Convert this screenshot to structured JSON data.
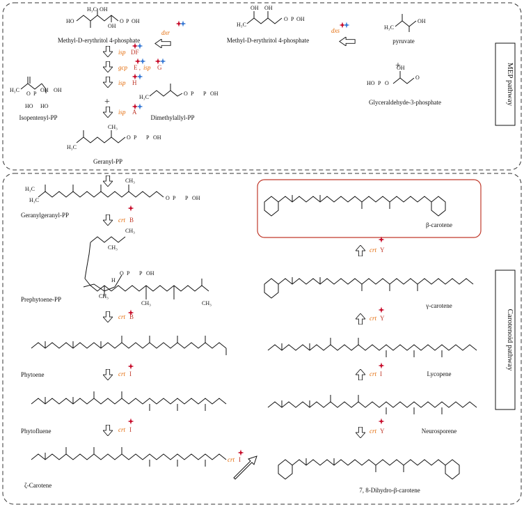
{
  "panels": {
    "mep_label": "MEP pathway",
    "carotenoid_label": "Carotenoid pathway"
  },
  "colors": {
    "star_red": "#c8102e",
    "star_blue": "#3a7bd5",
    "gene_orange": "#e46c0a",
    "highlight_red": "#c0392b"
  },
  "compounds": {
    "mep": "Methyl-D-erythritol 4-phosphate",
    "dxp": "Methyl-D-erythritol 4-phosphate",
    "pyruvate": "pyruvate",
    "g3p": "Glyceraldehyde-3-phosphate",
    "ipp": "Isopentenyl-PP",
    "dmapp": "Dimethylallyl-PP",
    "gpp": "Geranyl-PP",
    "ggpp": "Geranylgeranyl-PP",
    "prephytoene": "Prephytoene-PP",
    "phytoene": "Phytoene",
    "phytofluene": "Phytofluene",
    "zeta": "ζ-Carotene",
    "neurosporene": "Neurosporene",
    "lycopene": "Lycopene",
    "gamma": "γ-carotene",
    "beta": "β-carotene",
    "dihydro": "7, 8-Dihydro-β-carotene"
  },
  "genes": {
    "dxr": "dxr",
    "dxs": "dxs",
    "isp_df": {
      "name": "isp",
      "sub": "DF"
    },
    "gcp_e": {
      "name": "gcp",
      "sub": "E ,"
    },
    "isp_g": {
      "name": "isp",
      "sub": "G"
    },
    "isp_h": {
      "name": "isp",
      "sub": "H"
    },
    "isp_a": {
      "name": "isp",
      "sub": "A"
    },
    "crt_b1": {
      "name": "crt",
      "sub": "B"
    },
    "crt_b2": {
      "name": "crt",
      "sub": "B"
    },
    "crt_i1": {
      "name": "crt",
      "sub": "I"
    },
    "crt_i2": {
      "name": "crt",
      "sub": "I"
    },
    "crt_i3": {
      "name": "crt",
      "sub": "I"
    },
    "crt_i4": {
      "name": "crt",
      "sub": "I"
    },
    "crt_y1": {
      "name": "crt",
      "sub": "Y"
    },
    "crt_y2": {
      "name": "crt",
      "sub": "Y"
    },
    "crt_y3": {
      "name": "crt",
      "sub": "Y"
    }
  },
  "atoms": {
    "ho": "HO",
    "oh": "OH",
    "o": "O",
    "p": "P",
    "h3c": "H₃C",
    "ch3": "CH₃",
    "h": "H",
    "plus": "+"
  }
}
